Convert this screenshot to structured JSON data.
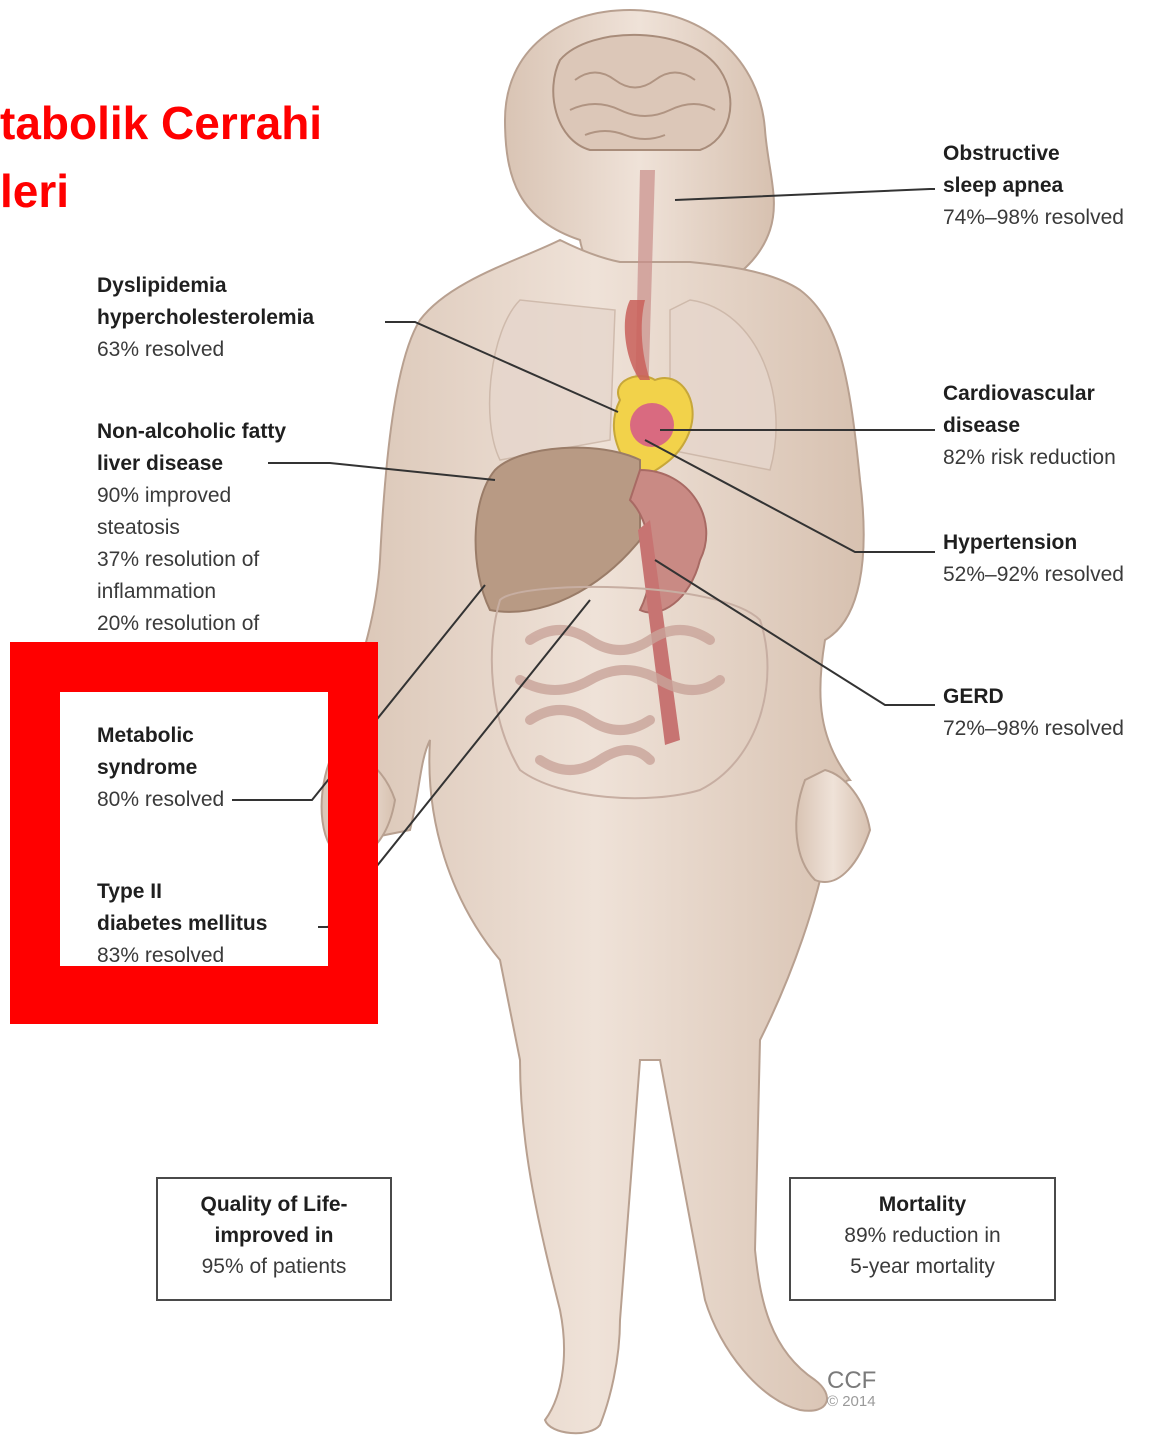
{
  "heading": {
    "line1": "tabolik Cerrahi",
    "line2": "leri"
  },
  "labels": {
    "osa": {
      "title_line1": "Obstructive",
      "title_line2": "sleep apnea",
      "stat": "74%–98% resolved"
    },
    "dyslipidemia": {
      "title_line1": "Dyslipidemia",
      "title_line2": "hypercholesterolemia",
      "stat": "63% resolved"
    },
    "nafld": {
      "title_line1": "Non-alcoholic fatty",
      "title_line2": "liver disease",
      "stat1": "90% improved",
      "stat2": "steatosis",
      "stat3": "37% resolution of",
      "stat4": "inflammation",
      "stat5": "20% resolution of"
    },
    "cardio": {
      "title_line1": "Cardiovascular",
      "title_line2": "disease",
      "stat": "82% risk reduction"
    },
    "hypertension": {
      "title": "Hypertension",
      "stat": "52%–92% resolved"
    },
    "gerd": {
      "title": "GERD",
      "stat": "72%–98% resolved"
    },
    "metabolic": {
      "title_line1": "Metabolic",
      "title_line2": "syndrome",
      "stat": "80% resolved"
    },
    "diabetes": {
      "title_line1": "Type II",
      "title_line2": "diabetes mellitus",
      "stat": "83% resolved"
    }
  },
  "boxes": {
    "qol": {
      "line1": "Quality of Life-",
      "line2": "improved in",
      "line3": "95% of patients"
    },
    "mortality": {
      "line1": "Mortality",
      "line2": "89% reduction in",
      "line3": "5-year mortality"
    }
  },
  "credit": {
    "org": "CCF",
    "year": "© 2014"
  },
  "colors": {
    "heading": "#ff0000",
    "highlight": "#ff0000",
    "skin": "#ead9cd",
    "leader_line": "#333333"
  }
}
